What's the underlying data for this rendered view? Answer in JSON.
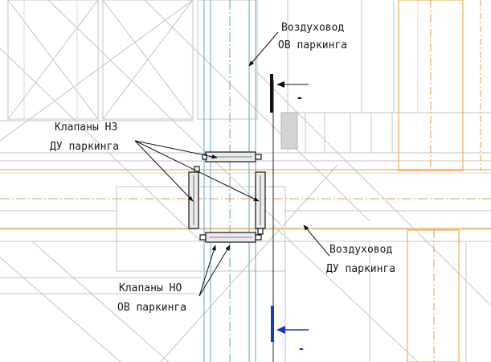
{
  "colors": {
    "background": "#ffffff",
    "grey_line": "#b9b9b9",
    "light_line": "#d2d2d2",
    "orange": "#e8a23a",
    "blue_line": "#5aa9d6",
    "dark_blue": "#1637c9",
    "black": "#111111"
  },
  "labels": {
    "duct_ov": {
      "line1": "Воздуховод",
      "line2": "ОВ паркинга"
    },
    "valves_nz": {
      "line1": "Клапаны НЗ",
      "line2": "ДУ паркинга"
    },
    "duct_du": {
      "line1": "Воздуховод",
      "line2": "ДУ паркинга"
    },
    "valves_no": {
      "line1": "Клапаны НО",
      "line2": "ОВ паркинга"
    }
  },
  "markers": {
    "top_sign": "-",
    "bottom_sign": "-"
  },
  "icons": [
    "leader-arrow-icon",
    "flow-arrow-icon",
    "damper-valve-icon"
  ]
}
